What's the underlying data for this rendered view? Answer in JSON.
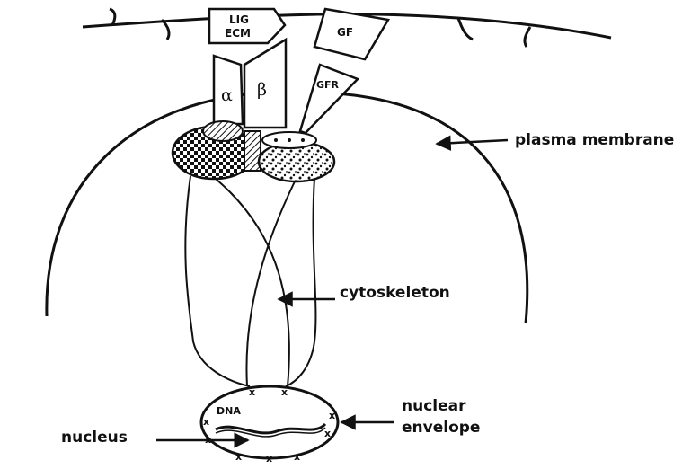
{
  "labels": {
    "plasma_membrane": "plasma membrane",
    "cytoskeleton": "cytoskeleton",
    "nucleus": "nucleus",
    "nuclear_envelope_line1": "nuclear",
    "nuclear_envelope_line2": "envelope",
    "dna": "DNA"
  },
  "receptors": {
    "ligand_line1": "LIG",
    "ligand_line2": "ECM",
    "growth_factor": "GF",
    "growth_factor_receptor": "GFR",
    "alpha_subunit": "α",
    "beta_subunit": "β"
  },
  "markers": {
    "cross_symbol": "x"
  }
}
